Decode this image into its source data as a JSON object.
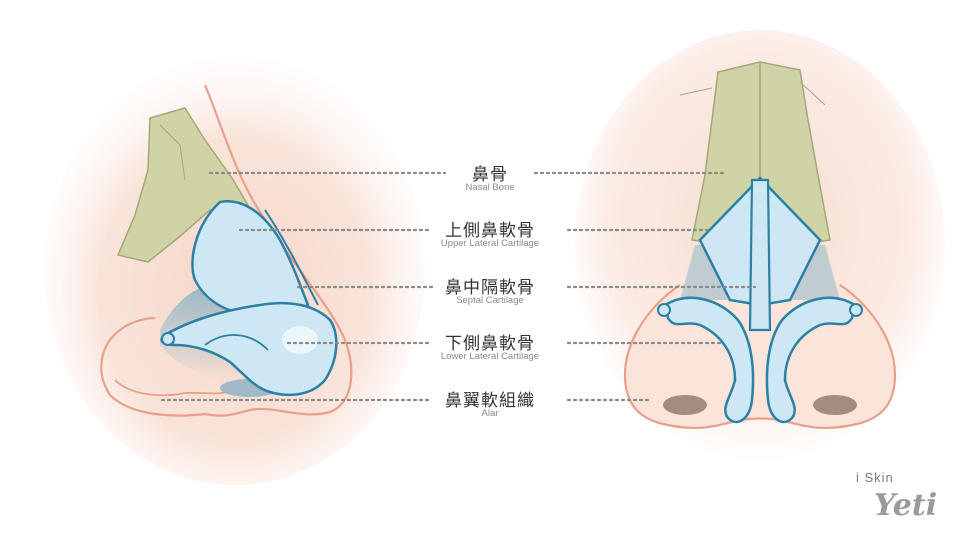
{
  "labels": [
    {
      "zh": "鼻骨",
      "en": "Nasal Bone"
    },
    {
      "zh": "上側鼻軟骨",
      "en": "Upper Lateral Cartilage"
    },
    {
      "zh": "鼻中隔軟骨",
      "en": "Septal Cartilage"
    },
    {
      "zh": "下側鼻軟骨",
      "en": "Lower Lateral Cartilage"
    },
    {
      "zh": "鼻翼軟組織",
      "en": "Alar"
    }
  ],
  "brand": {
    "prefix": "i Skin",
    "name": "Yeti"
  },
  "colors": {
    "bone": "#cfd3a6",
    "bone_outline": "#9a9d72",
    "cartilage": "#cde8f4",
    "cartilage_outline": "#2d7fa6",
    "skin": "#f6c6b3",
    "skin_outline": "#e8a08a",
    "leader_line": "#8a8a8a"
  }
}
